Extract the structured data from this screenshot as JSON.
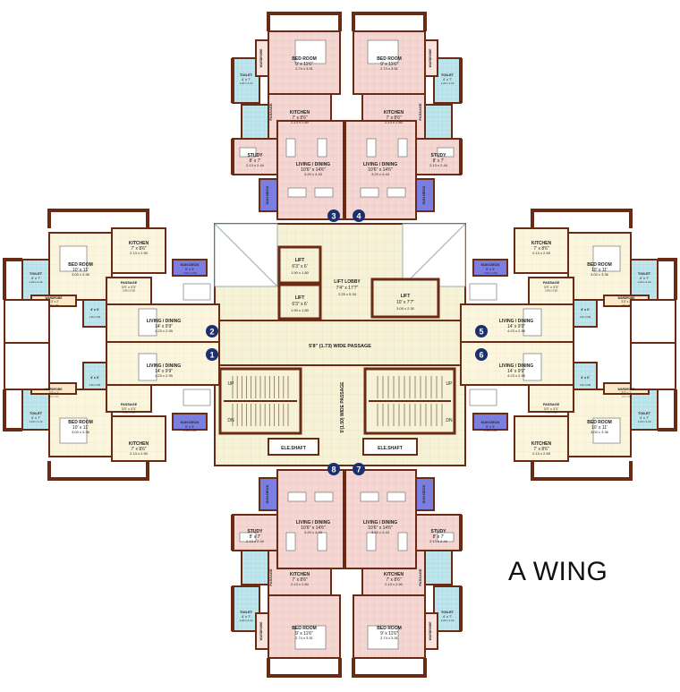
{
  "title": "A WING",
  "unit_numbers": [
    "1",
    "2",
    "3",
    "4",
    "5",
    "6",
    "7",
    "8"
  ],
  "passage_h": "5'8\" (1.73) WIDE PASSAGE",
  "passage_v": "5'(1.50) WIDE PASSAGE",
  "lift_lobby": {
    "name": "LIFT LOBBY",
    "dim": "7'4\" x 17'7\"",
    "metric": "2.25 x 5.34"
  },
  "lift_small": {
    "name": "LIFT",
    "dim": "6'3\" x 6'",
    "metric": "1.90 x 1.80"
  },
  "lift_big": {
    "name": "LIFT",
    "dim": "10' x 7'7\"",
    "metric": "3.05 x 2.30"
  },
  "ele_shaft": "ELE.SHAFT",
  "stair_up": "UP",
  "stair_dn": "DN",
  "rooms_v": {
    "bed": {
      "name": "BED ROOM",
      "dim": "9' x 11'6\"",
      "metric": "2.74 x 3.51"
    },
    "kitchen": {
      "name": "KITCHEN",
      "dim": "7' x 8'6\"",
      "metric": "2.13 x 2.60"
    },
    "study": {
      "name": "STUDY",
      "dim": "8' x 7'",
      "metric": "2.13 x 2.44"
    },
    "living": {
      "name": "LIVING / DINING",
      "dim": "10'6\" x 14'6\"",
      "metric": "3.20 x 4.43"
    },
    "toilet": {
      "name": "TOILET",
      "dim": "4' x 7'",
      "metric": "1.20 x 2.13"
    },
    "passage": "PASSAGE",
    "wardrobe": "WARDROBE",
    "sundeck": "SUN DECK"
  },
  "rooms_h": {
    "bed": {
      "name": "BED ROOM",
      "dim": "10' x 11'",
      "metric": "3.00 x 3.36"
    },
    "kitchen": {
      "name": "KITCHEN",
      "dim": "7' x 8'6\"",
      "metric": "2.13 x 2.59"
    },
    "living": {
      "name": "LIVING / DINING",
      "dim": "14' x 9'9\"",
      "metric": "4.23 x 2.95"
    },
    "toilet": {
      "name": "TOILET",
      "dim": "4' x 7'",
      "metric": "1.20 x 2.13"
    },
    "passage": {
      "name": "PASSAGE",
      "dim": "3'3\" x 3'3\"",
      "metric": "0.95 x 0.95"
    },
    "wardrobe": {
      "name": "WARDROBE",
      "dim": "3'3\" x 2'",
      "metric": "1.00 x 0.60"
    },
    "sundeck": {
      "name": "SUN DECK",
      "dim": "5' x 3'",
      "metric": "1.50 x 0.90"
    },
    "wc": {
      "name": "4' x 3'",
      "metric": "1.20 x 0.90"
    }
  },
  "colors": {
    "wall": "#6b2a14",
    "pink": "#f4d7d2",
    "cream": "#fbf5de",
    "toilet": "#bfe6ec",
    "sundeck": "#7a7ee0",
    "badge": "#1c2f6e",
    "lobby": "#f4f0d6"
  }
}
